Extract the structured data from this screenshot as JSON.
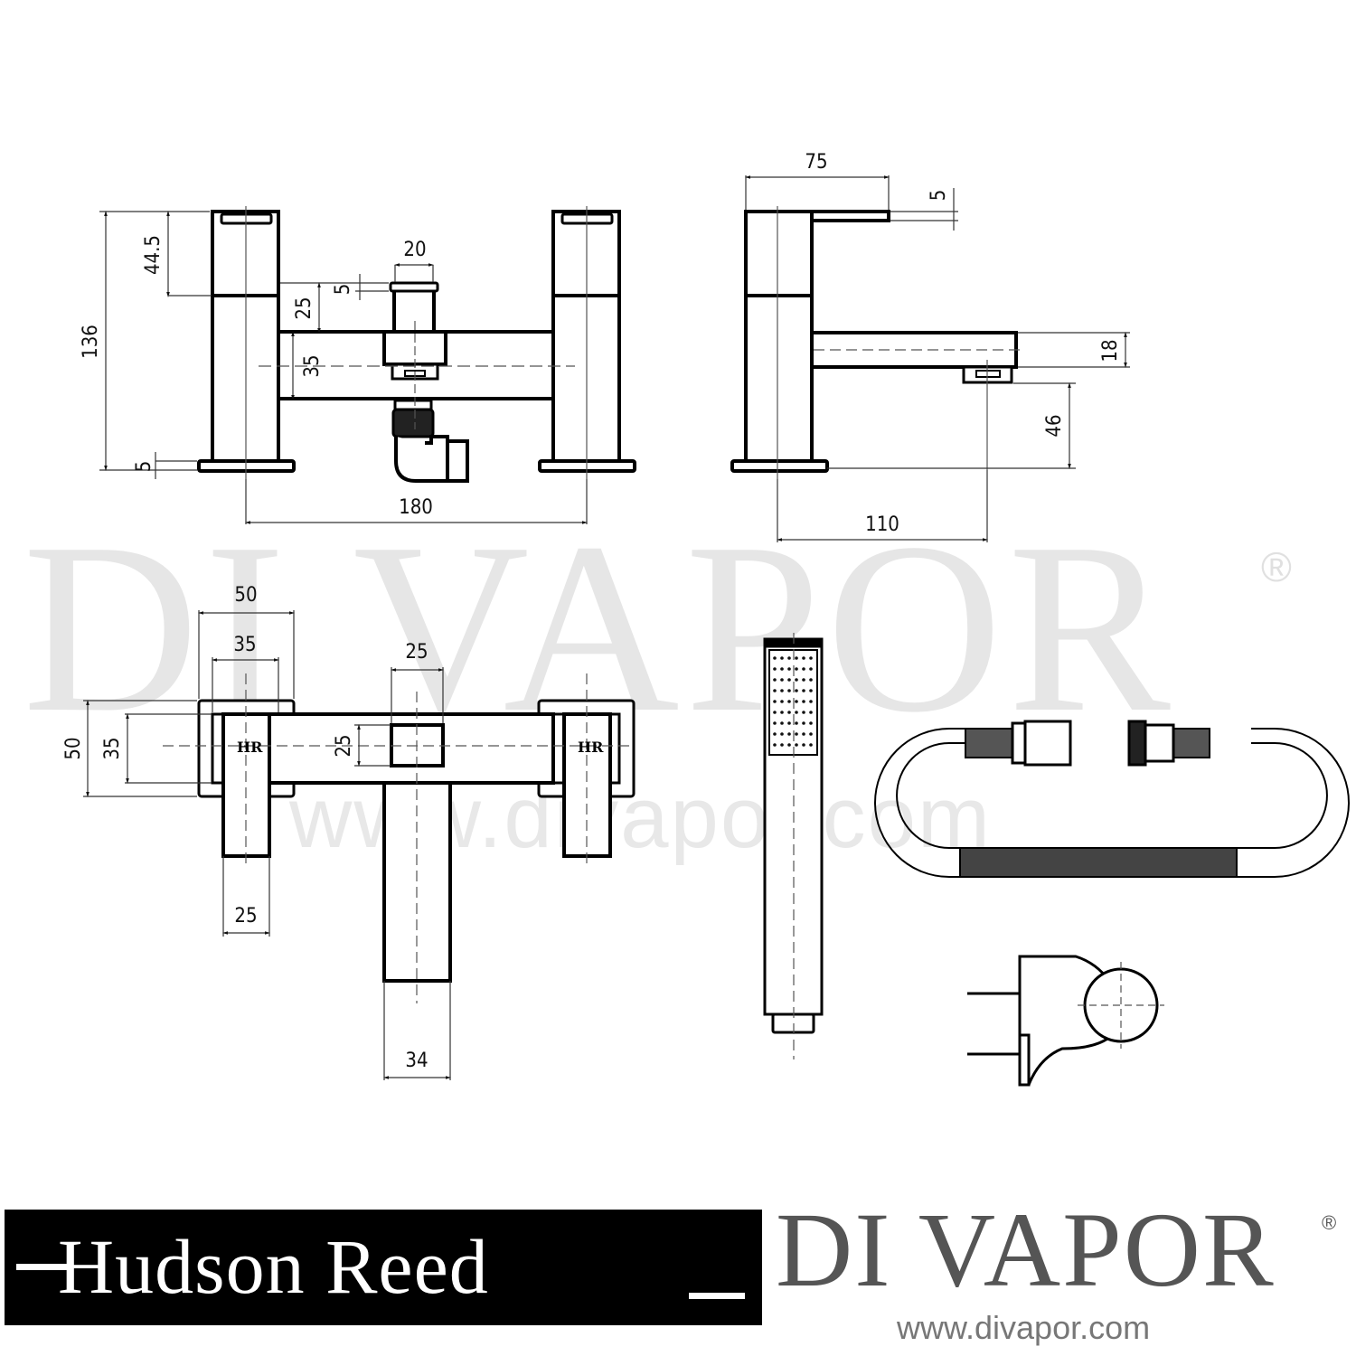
{
  "watermark": {
    "brand": "DI VAPOR",
    "registered": "®",
    "url": "www.divapor.com"
  },
  "front_view": {
    "overall_height": "136",
    "handle_height": "44.5",
    "base_thickness": "5",
    "diverter_height": "25",
    "diverter_cap": "5",
    "diverter_width": "20",
    "body_height": "35",
    "centres": "180"
  },
  "side_view": {
    "handle_length": "75",
    "handle_thickness": "5",
    "spout_height": "18",
    "spout_clearance": "46",
    "spout_projection": "110"
  },
  "plan_view": {
    "base_width": "50",
    "body_width": "35",
    "diverter_width": "25",
    "base_depth": "50",
    "body_depth": "35",
    "diverter_depth": "25",
    "handle_width": "25",
    "spout_width": "34",
    "handle_mark": "HR"
  },
  "accessories": {
    "items": [
      "shower-handset",
      "shower-hose",
      "hose-wall-bracket"
    ]
  },
  "footer": {
    "manufacturer_logo": "Hudson Reed",
    "retailer_logo": "DI VAPOR",
    "retailer_registered": "®",
    "retailer_url": "www.divapor.com"
  }
}
